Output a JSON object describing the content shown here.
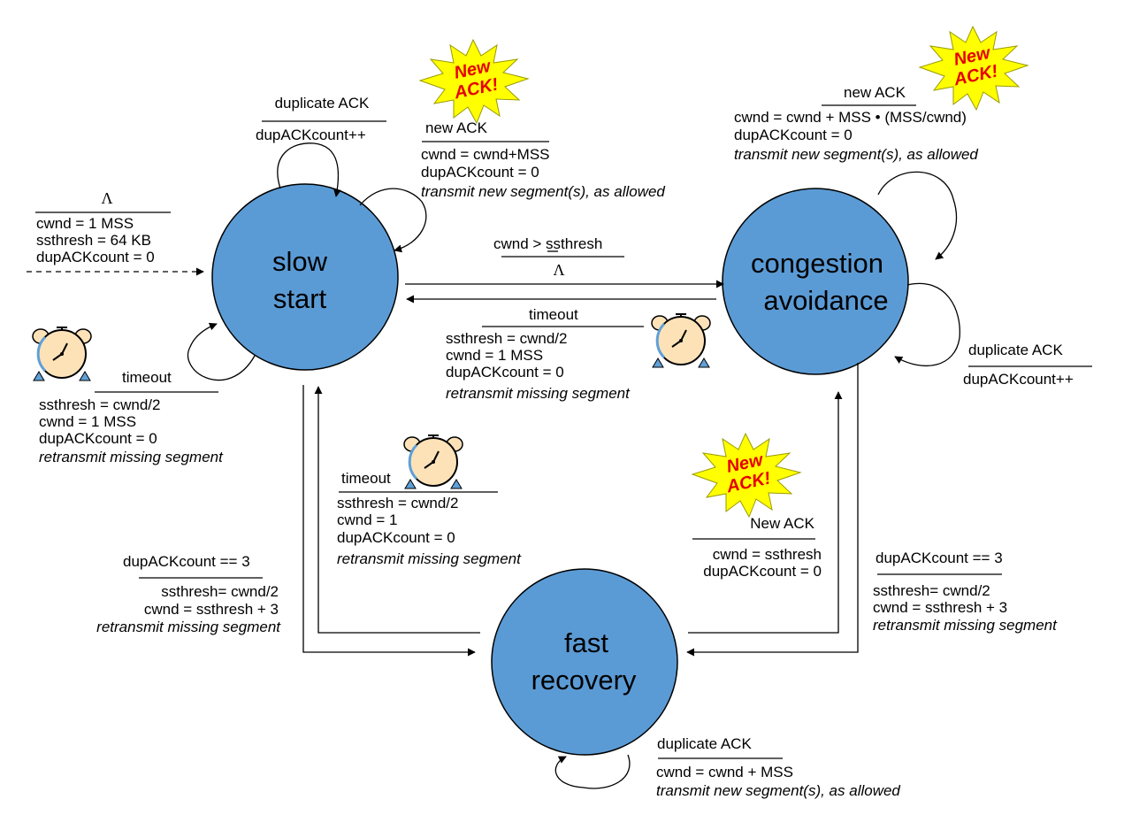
{
  "colors": {
    "state_fill": "#5b9bd5",
    "burst_fill": "#ffff00",
    "burst_text": "#e60000",
    "clock_face": "#fde2b8",
    "clock_shade": "#5fa0d8"
  },
  "icons": [
    "new-ack-burst-icon",
    "alarm-clock-icon"
  ],
  "states": {
    "slow_start": {
      "line1": "slow",
      "line2": "start"
    },
    "congestion_avoidance": {
      "line1": "congestion",
      "line2": "avoidance"
    },
    "fast_recovery": {
      "line1": "fast",
      "line2": "recovery"
    }
  },
  "bursts": {
    "line1": "New",
    "line2": "ACK!"
  },
  "transitions": {
    "init": {
      "event": "Λ",
      "a1": "cwnd = 1 MSS",
      "a2": "ssthresh = 64 KB",
      "a3": "dupACKcount = 0"
    },
    "ss_dup": {
      "event": "duplicate ACK",
      "a1": "dupACKcount++"
    },
    "ss_new": {
      "event": "new ACK",
      "a1": "cwnd = cwnd+MSS",
      "a2": "dupACKcount = 0",
      "a3": "transmit new segment(s), as allowed"
    },
    "ss_timeout": {
      "event": "timeout",
      "a1": "ssthresh = cwnd/2",
      "a2": "cwnd = 1 MSS",
      "a3": "dupACKcount = 0",
      "a4": "retransmit missing segment"
    },
    "ss_to_ca": {
      "event": "cwnd > ssthresh",
      "a1": "Λ"
    },
    "ca_timeout": {
      "event": "timeout",
      "a1": "ssthresh = cwnd/2",
      "a2": "cwnd = 1 MSS",
      "a3": "dupACKcount = 0",
      "a4": "retransmit missing segment"
    },
    "ca_new": {
      "event": "new ACK",
      "a1": "cwnd = cwnd + MSS •  (MSS/cwnd)",
      "a2": "dupACKcount = 0",
      "a3": "transmit new segment(s), as allowed"
    },
    "ca_dup": {
      "event": "duplicate ACK",
      "a1": "dupACKcount++"
    },
    "fr_timeout": {
      "event": "timeout",
      "a1": "ssthresh = cwnd/2",
      "a2": "cwnd = 1",
      "a3": "dupACKcount = 0",
      "a4": "retransmit missing segment"
    },
    "ss_to_fr": {
      "event": "dupACKcount == 3",
      "a1": "ssthresh= cwnd/2",
      "a2": "cwnd = ssthresh + 3",
      "a3": "retransmit missing segment"
    },
    "fr_to_ca": {
      "event": "New ACK",
      "a1": "cwnd = ssthresh",
      "a2": "dupACKcount = 0"
    },
    "ca_to_fr": {
      "event": "dupACKcount == 3",
      "a1": "ssthresh= cwnd/2",
      "a2": "cwnd = ssthresh + 3",
      "a3": "retransmit missing segment"
    },
    "fr_dup": {
      "event": "duplicate ACK",
      "a1": "cwnd = cwnd + MSS",
      "a2": "transmit new segment(s), as allowed"
    }
  }
}
